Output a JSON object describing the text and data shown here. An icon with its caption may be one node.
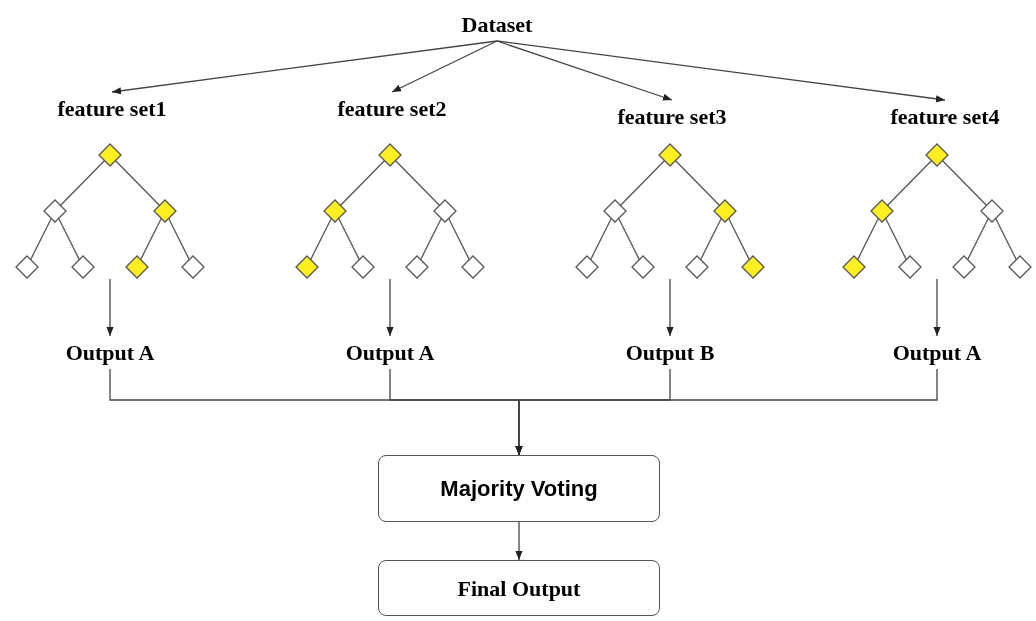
{
  "diagram": {
    "nodes": [
      {
        "text": [
          "Dataset"
        ]
      },
      {
        "text": [
          "feature set1"
        ]
      },
      {
        "text": [
          "feature set2"
        ]
      },
      {
        "text": [
          "feature set3"
        ]
      },
      {
        "text": [
          "feature set4"
        ]
      },
      {
        "text": [],
        "shape": "picture"
      },
      {
        "text": [],
        "shape": "picture"
      },
      {
        "text": [],
        "shape": "picture"
      },
      {
        "text": [],
        "shape": "picture"
      },
      {
        "text": [
          "Output A"
        ]
      },
      {
        "text": [
          "Output A"
        ]
      },
      {
        "text": [
          "Output B"
        ]
      },
      {
        "text": [
          "Output A"
        ]
      },
      {
        "text": [
          "Majority Voting"
        ]
      },
      {
        "text": [
          "Final Output"
        ]
      }
    ],
    "edges": [
      {
        "from": 0,
        "to": 1,
        "arrow": "to"
      },
      {
        "from": 0,
        "to": 2,
        "arrow": "to"
      },
      {
        "from": 0,
        "to": 3,
        "arrow": "to"
      },
      {
        "from": 0,
        "to": 4,
        "arrow": "to"
      },
      {
        "from": 5,
        "to": 9,
        "arrow": "to"
      },
      {
        "from": 6,
        "to": 10,
        "arrow": "to"
      },
      {
        "from": 7,
        "to": 11,
        "arrow": "to"
      },
      {
        "from": 8,
        "to": 12,
        "arrow": "to"
      },
      {
        "from": 9,
        "to": 13,
        "arrow": "to"
      },
      {
        "from": 10,
        "to": 13,
        "arrow": "to"
      },
      {
        "from": 11,
        "to": 13,
        "arrow": "to"
      },
      {
        "from": 12,
        "to": 13,
        "arrow": "to"
      },
      {
        "from": 13,
        "to": 14,
        "arrow": "to"
      }
    ]
  }
}
